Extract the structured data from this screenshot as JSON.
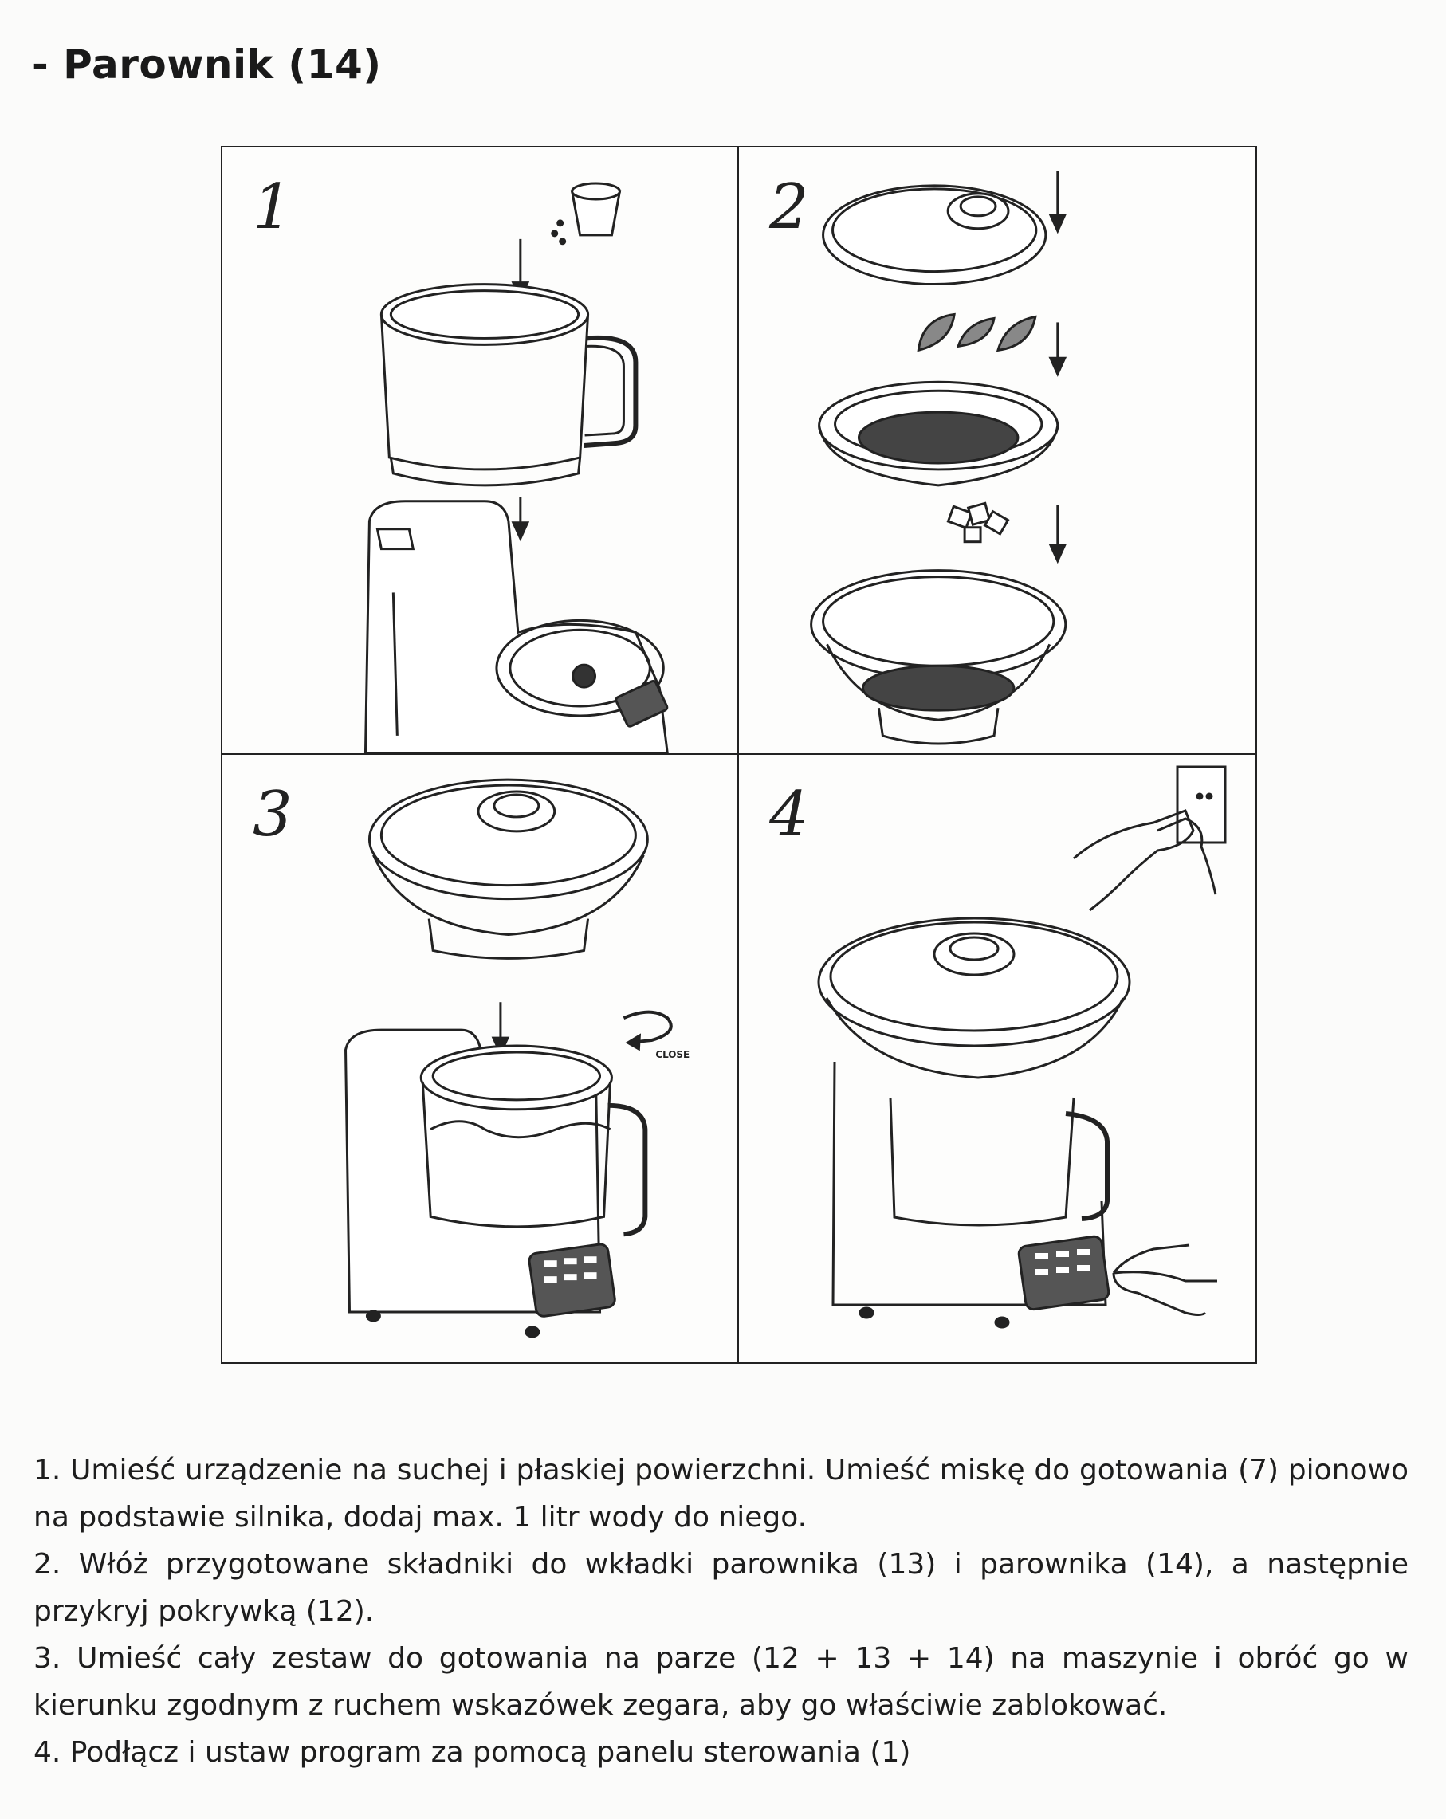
{
  "heading": "- Parownik (14)",
  "panels": [
    {
      "number": "1"
    },
    {
      "number": "2"
    },
    {
      "number": "3",
      "rotate_label": "CLOSE"
    },
    {
      "number": "4"
    }
  ],
  "instructions": [
    "1. Umieść urządzenie na suchej i płaskiej powierzchni. Umieść miskę do gotowania (7) pionowo na podstawie silnika, dodaj max. 1 litr wody do niego.",
    "2. Włóż przygotowane składniki do wkładki parownika (13) i parownika (14), a następnie przykryj pokrywką (12).",
    "3. Umieść cały zestaw do gotowania na parze (12 + 13 + 14) na maszynie i obróć go w kierunku zgodnym z ruchem wskazówek zegara, aby go właściwie zablokować.",
    "4. Podłącz i ustaw program za pomocą panelu sterowania (1)"
  ]
}
